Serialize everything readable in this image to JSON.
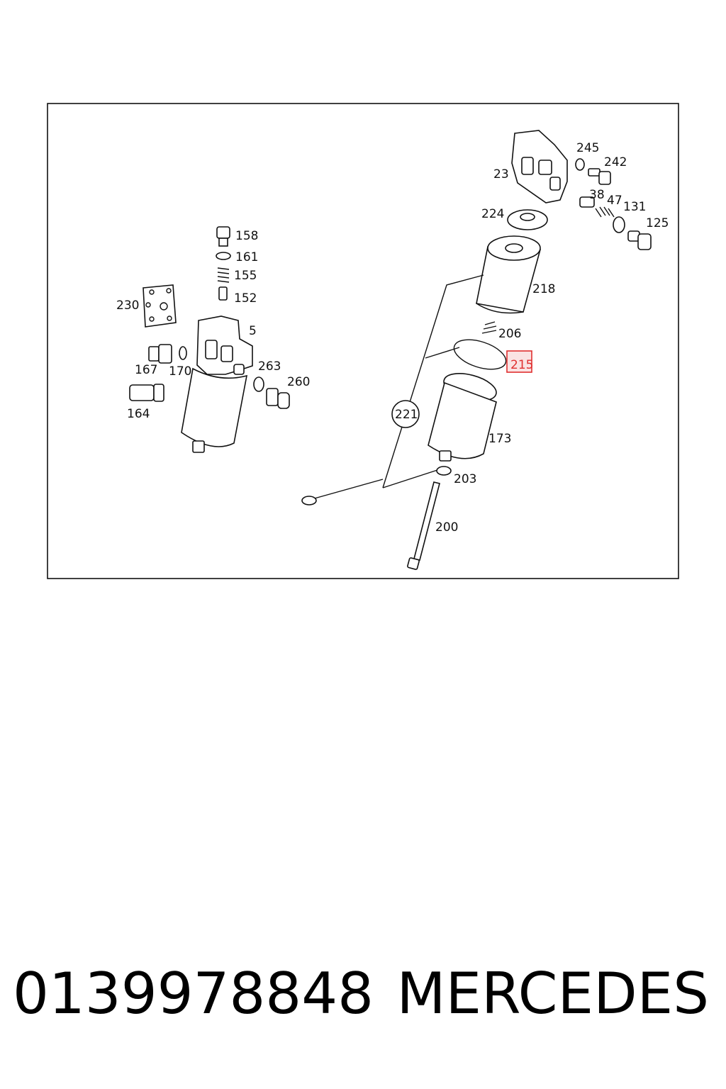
{
  "diagram": {
    "highlight_color": "#e03030",
    "highlighted_label": "215",
    "callouts": [
      "230",
      "158",
      "161",
      "155",
      "152",
      "5",
      "167",
      "170",
      "263",
      "260",
      "164",
      "23",
      "245",
      "242",
      "38",
      "47",
      "131",
      "125",
      "224",
      "218",
      "206",
      "215",
      "221",
      "173",
      "203",
      "200"
    ]
  },
  "footer": {
    "part_number": "0139978848",
    "brand": "MERCEDES"
  }
}
